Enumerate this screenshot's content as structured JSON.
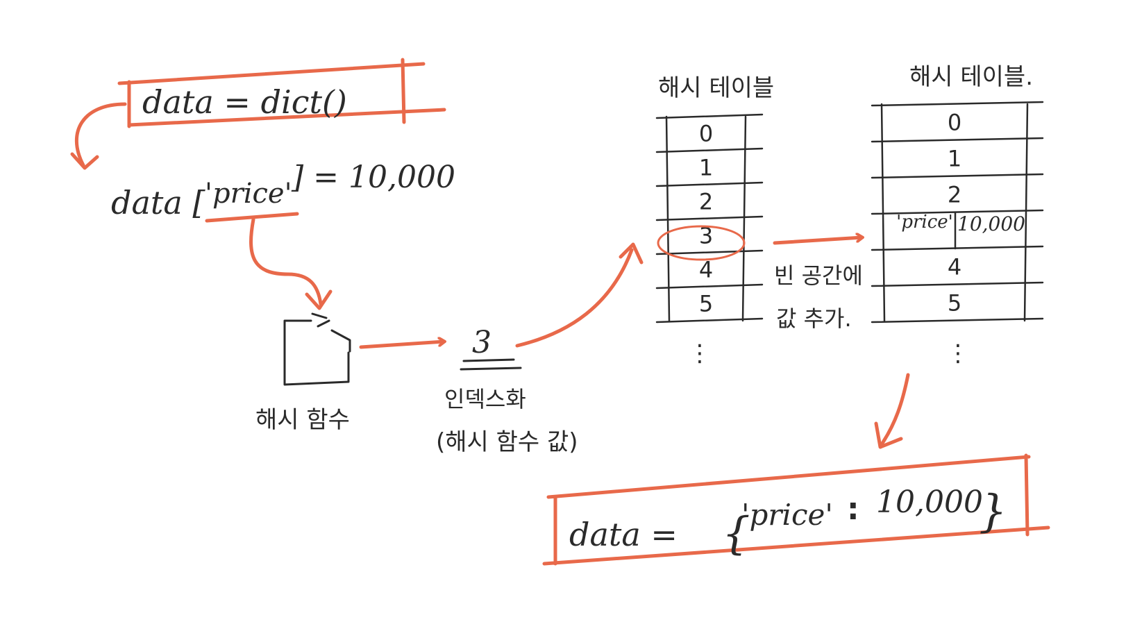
{
  "code": {
    "create_dict": "data = dict()",
    "assign_prefix": "data [",
    "assign_key": "'price'",
    "assign_suffix": "] = 10,000",
    "result_prefix": "data =",
    "result_key": "'price'",
    "result_colon": ":",
    "result_value": "10,000"
  },
  "hash_function": {
    "label": "해시 함수"
  },
  "index": {
    "value": "3",
    "label": "인덱스화",
    "sublabel": "(해시 함수 값)"
  },
  "table_left": {
    "title": "해시 테이블",
    "rows": [
      "0",
      "1",
      "2",
      "3",
      "4",
      "5"
    ],
    "ellipsis": "⋮"
  },
  "insert_note": {
    "line1": "빈 공간에",
    "line2": "값 추가."
  },
  "table_right": {
    "title": "해시 테이블.",
    "rows": [
      "0",
      "1",
      "2",
      "",
      "4",
      "5"
    ],
    "filled_key": "'price'",
    "filled_value": "10,000",
    "ellipsis": "⋮"
  },
  "colors": {
    "accent": "#e8694a",
    "ink": "#2a2a2a"
  }
}
